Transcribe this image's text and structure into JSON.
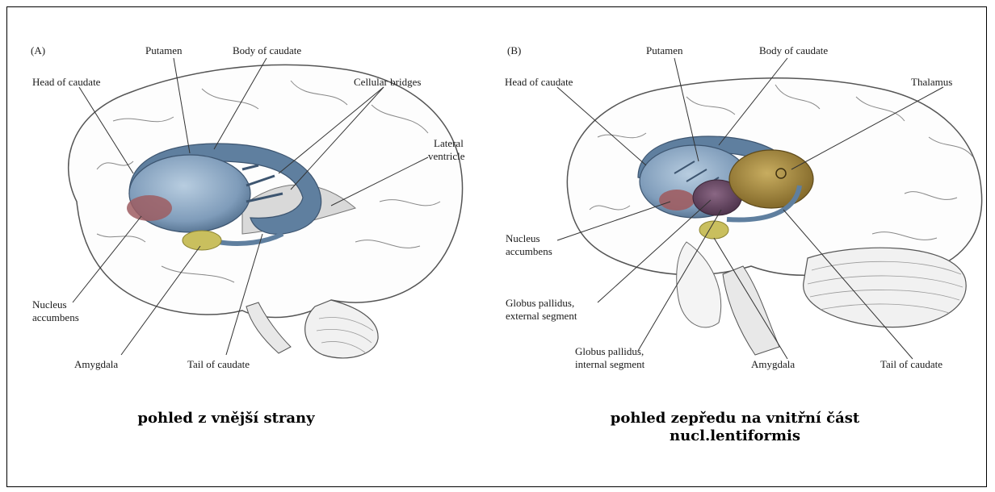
{
  "panel_a": {
    "tag": "(A)",
    "labels": {
      "putamen": "Putamen",
      "body_of_caudate": "Body of caudate",
      "head_of_caudate": "Head of caudate",
      "cellular_bridges": "Cellular bridges",
      "lateral_ventricle_1": "Lateral",
      "lateral_ventricle_2": "ventricle",
      "nucleus_accumbens_1": "Nucleus",
      "nucleus_accumbens_2": "accumbens",
      "amygdala": "Amygdala",
      "tail_of_caudate": "Tail of caudate"
    },
    "caption": "pohled z vnější strany"
  },
  "panel_b": {
    "tag": "(B)",
    "labels": {
      "putamen": "Putamen",
      "body_of_caudate": "Body of caudate",
      "head_of_caudate": "Head of caudate",
      "thalamus": "Thalamus",
      "nucleus_accumbens_1": "Nucleus",
      "nucleus_accumbens_2": "accumbens",
      "globus_external_1": "Globus pallidus,",
      "globus_external_2": "external segment",
      "globus_internal_1": "Globus pallidus,",
      "globus_internal_2": "internal segment",
      "amygdala": "Amygdala",
      "tail_of_caudate": "Tail of caudate"
    },
    "caption": "pohled zepředu na vnitřní část\nnucl.lentiformis"
  },
  "colors": {
    "striatum_blue": "#8ea9c4",
    "striatum_dark": "#4f6c8a",
    "amygdala_yellow": "#c9bf5e",
    "accumbens_red": "#9e5d62",
    "globus_purple": "#6a4a66",
    "thalamus_gold": "#a88a3e",
    "brain_outline": "#555555"
  }
}
